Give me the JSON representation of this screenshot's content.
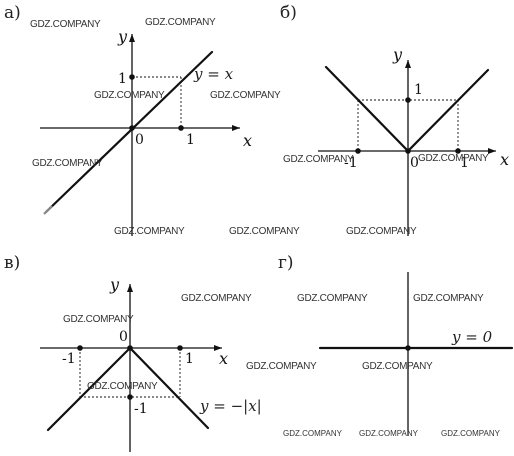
{
  "panels": {
    "a": {
      "label": "а)",
      "x_axis": "x",
      "y_axis": "y",
      "origin": "0",
      "tick_x": "1",
      "tick_y": "1",
      "equation": "y = x"
    },
    "b": {
      "label": "б)",
      "x_axis": "x",
      "y_axis": "y",
      "origin": "0",
      "tick_x_neg": "-1",
      "tick_x_pos": "1",
      "tick_y": "1"
    },
    "c": {
      "label": "в)",
      "x_axis": "x",
      "y_axis": "y",
      "origin": "0",
      "tick_x_neg": "-1",
      "tick_x_pos": "1",
      "tick_y": "-1",
      "equation": "y = −|x|"
    },
    "d": {
      "label": "г)",
      "equation": "y = 0"
    }
  },
  "watermark": "GDZ.COMPANY"
}
